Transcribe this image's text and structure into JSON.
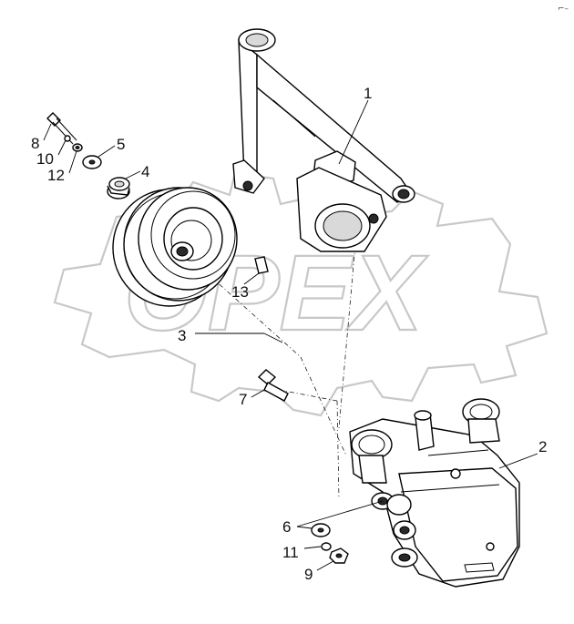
{
  "corner_mark": "⌐–",
  "watermark": "OPEX",
  "callouts": {
    "c1": "1",
    "c2": "2",
    "c3": "3",
    "c4": "4",
    "c5": "5",
    "c6": "6",
    "c7": "7",
    "c8": "8",
    "c9": "9",
    "c10": "10",
    "c11": "11",
    "c12": "12",
    "c13": "13"
  }
}
